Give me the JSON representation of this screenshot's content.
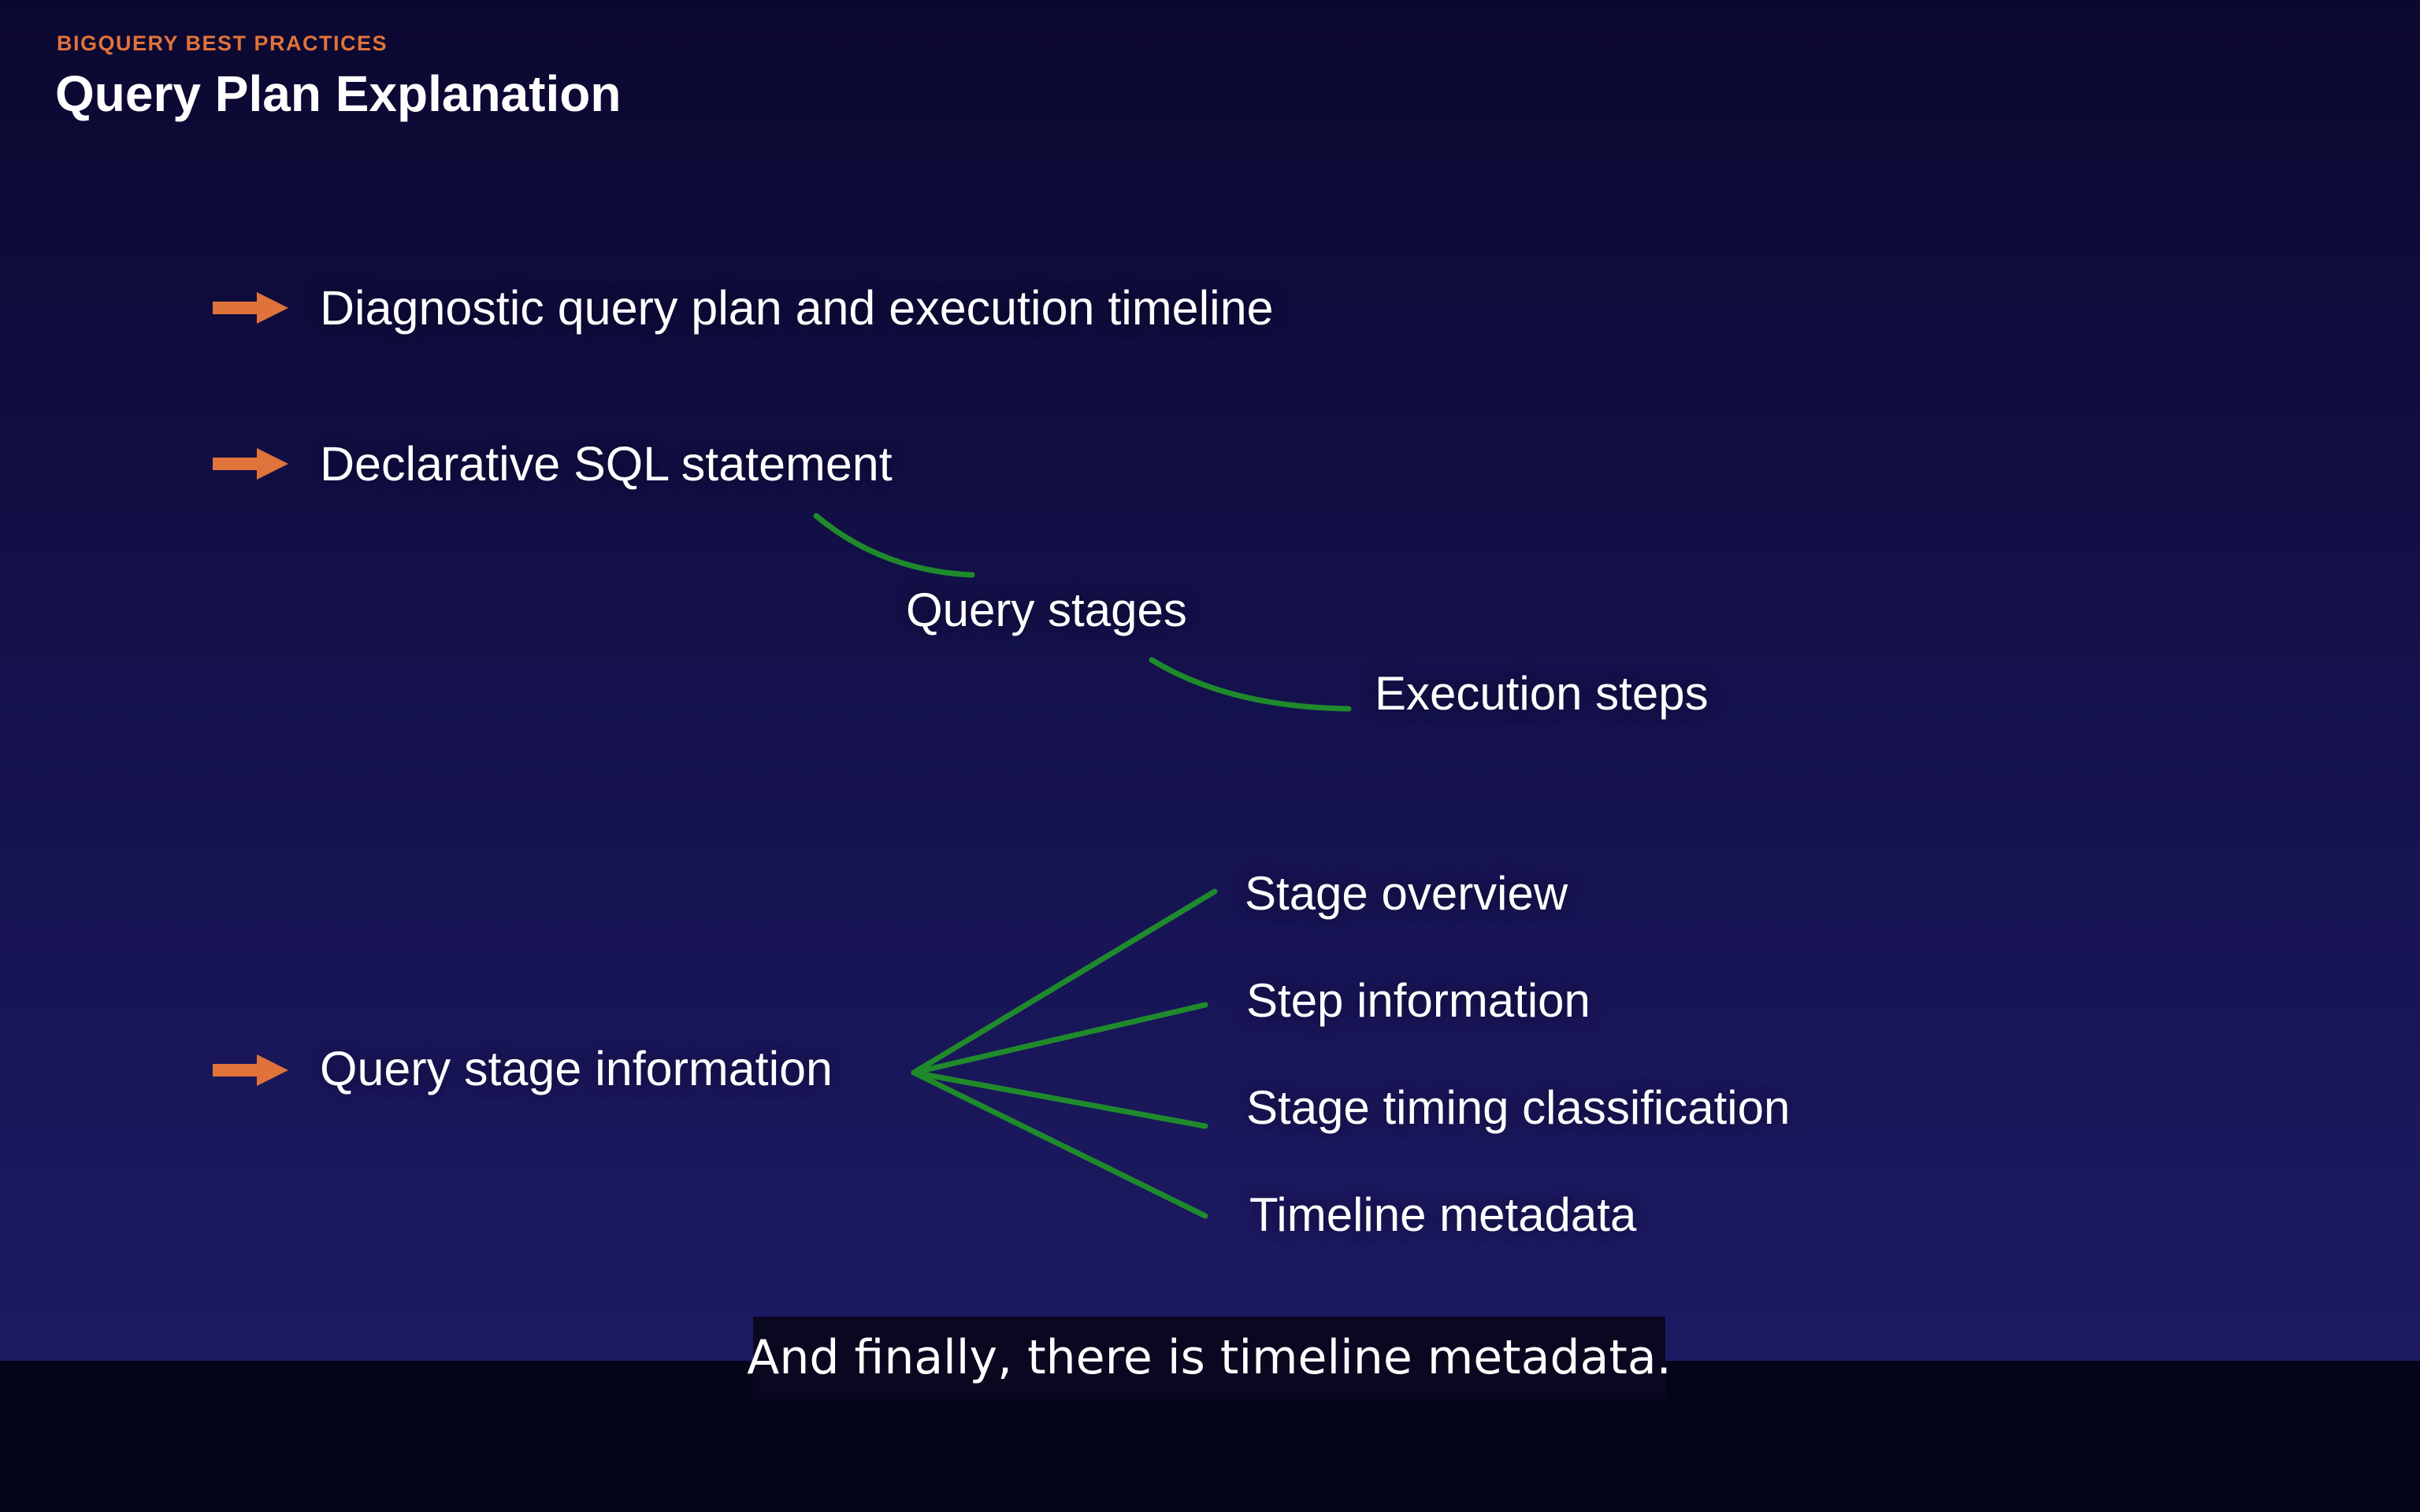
{
  "slide": {
    "eyebrow": "BIGQUERY BEST PRACTICES",
    "title": "Query Plan Explanation",
    "bullets": [
      "Diagnostic query plan and execution timeline",
      "Declarative SQL statement",
      "Query stage information"
    ],
    "chain": {
      "stages": "Query stages",
      "steps": "Execution steps"
    },
    "branches": [
      "Stage overview",
      "Step information",
      "Stage timing classification",
      "Timeline metadata"
    ],
    "colors": {
      "accent": "#e0733a",
      "connector": "#1f8a2c",
      "background_top": "#0b0830",
      "background_bottom": "#1d1a63"
    }
  },
  "caption": {
    "text": "And finally, there is timeline metadata."
  }
}
